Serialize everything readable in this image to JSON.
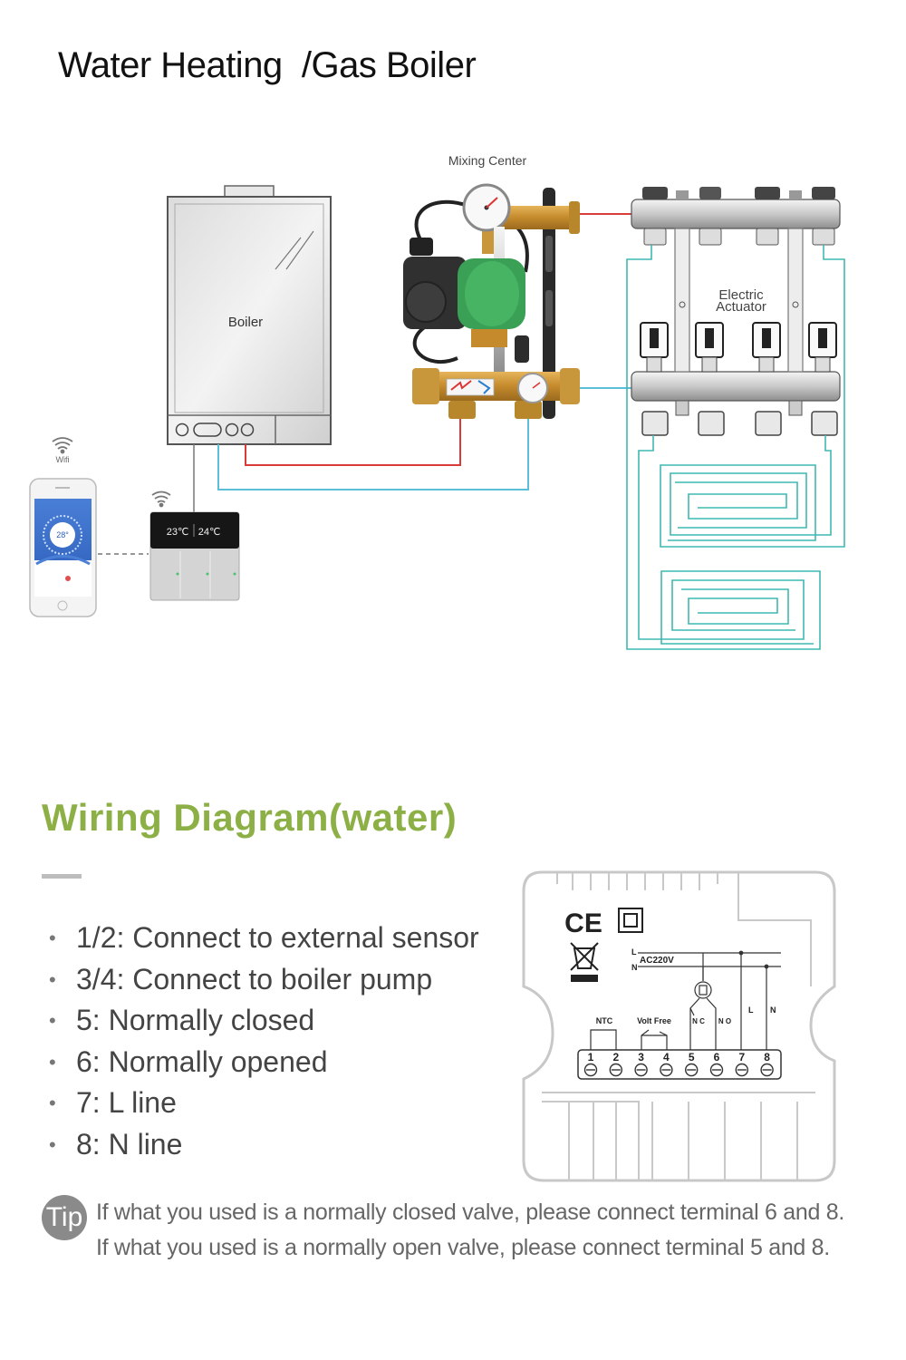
{
  "title": "Water Heating  /Gas Boiler",
  "diagram": {
    "mixing_center_label": "Mixing Center",
    "boiler_label": "Boiler",
    "actuator_label_line1": "Electric",
    "actuator_label_line2": "Actuator",
    "wifi_label": "Wifi",
    "phone_temp": "28°",
    "thermostat_temp_left": "23℃",
    "thermostat_temp_right": "24℃"
  },
  "wiring": {
    "title": "Wiring Diagram(water)",
    "terminals": [
      "1/2: Connect to external sensor",
      "3/4: Connect to boiler pump",
      "5: Normally closed",
      "6: Normally opened",
      "7: L line",
      "8: N line"
    ],
    "board": {
      "ce_mark": "CE",
      "l_label": "L",
      "n_label": "N",
      "supply_label": "AC220V",
      "ntc_label": "NTC",
      "volt_free_label": "Volt Free",
      "nc_label": "N C",
      "no_label": "N O",
      "line_l": "L",
      "line_n": "N",
      "terminal_numbers": [
        "1",
        "2",
        "3",
        "4",
        "5",
        "6",
        "7",
        "8"
      ]
    }
  },
  "tip": {
    "badge": "Tip",
    "line1": "If what you used is a normally closed valve, please connect terminal 6 and 8.",
    "line2": "If what you used is a normally open valve, please connect terminal 5 and 8."
  },
  "colors": {
    "green_heading": "#8db046",
    "pipe_red": "#d93a3a",
    "pipe_blue": "#5bbfd9",
    "floor_loop": "#3fb9b0"
  }
}
